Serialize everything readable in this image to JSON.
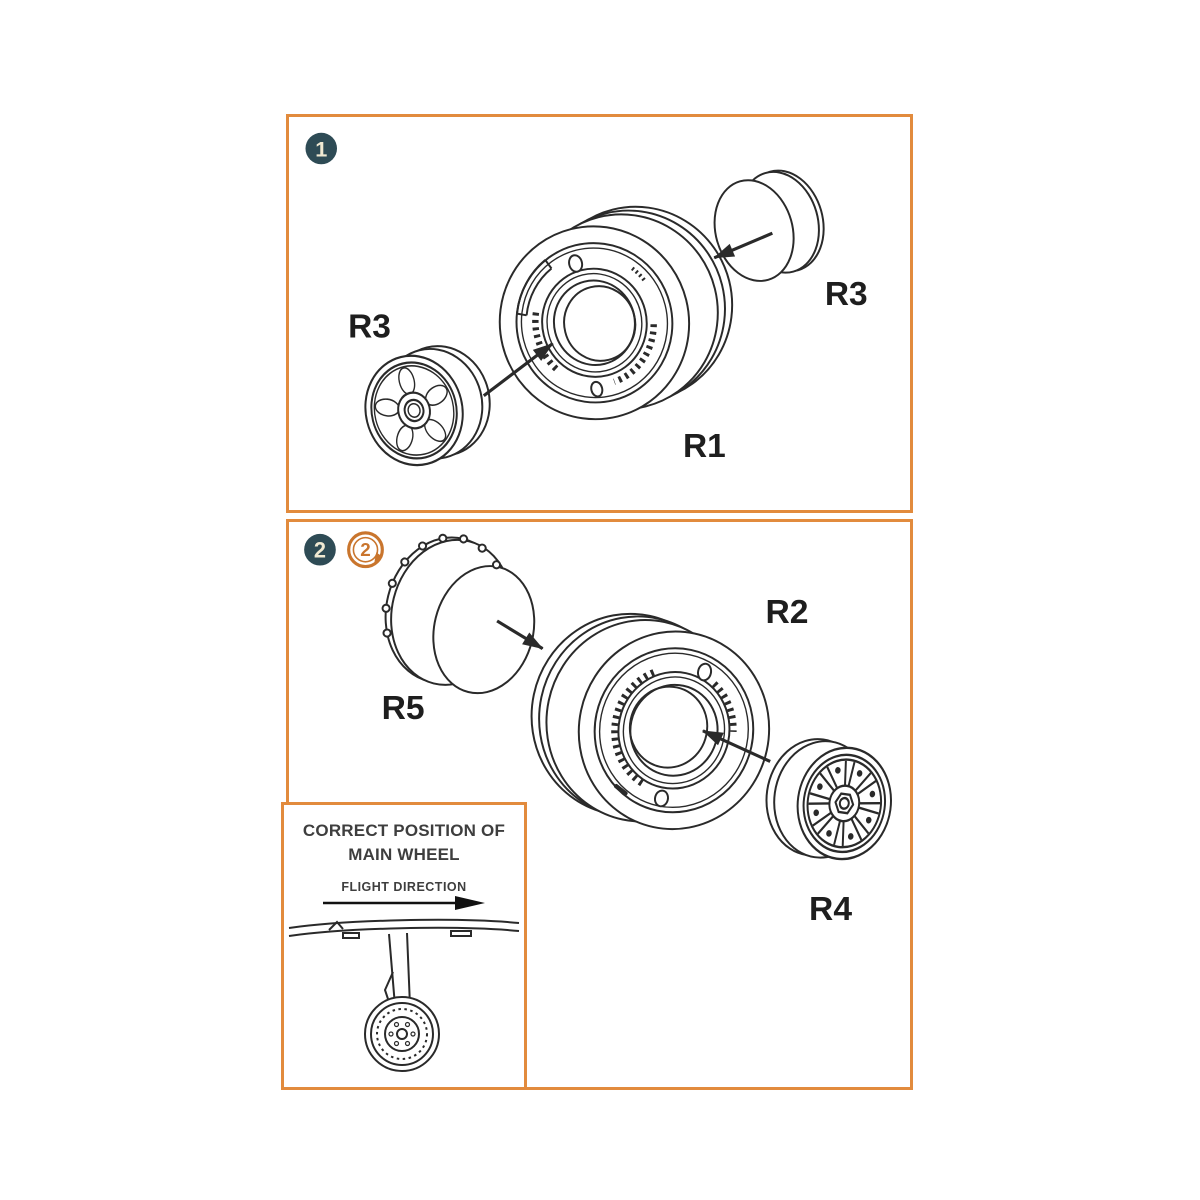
{
  "colors": {
    "panel_border": "#E28B3D",
    "badge_background": "#2E4B55",
    "badge_number": "#F0E9D2",
    "repeat_icon_orange": "#C9752D",
    "line_art": "#2A2A2A",
    "label_color": "#1E1E1E"
  },
  "step1": {
    "badge_number": "1",
    "labels": {
      "hub_left": "R3",
      "cap_right": "R3",
      "tire": "R1"
    }
  },
  "step2": {
    "badge_number": "2",
    "repeat_icon_number": "2",
    "labels": {
      "cover": "R5",
      "tire": "R2",
      "wheel": "R4"
    }
  },
  "inset": {
    "title_line1": "CORRECT POSITION OF",
    "title_line2": "MAIN WHEEL",
    "subtitle": "FLIGHT DIRECTION"
  }
}
